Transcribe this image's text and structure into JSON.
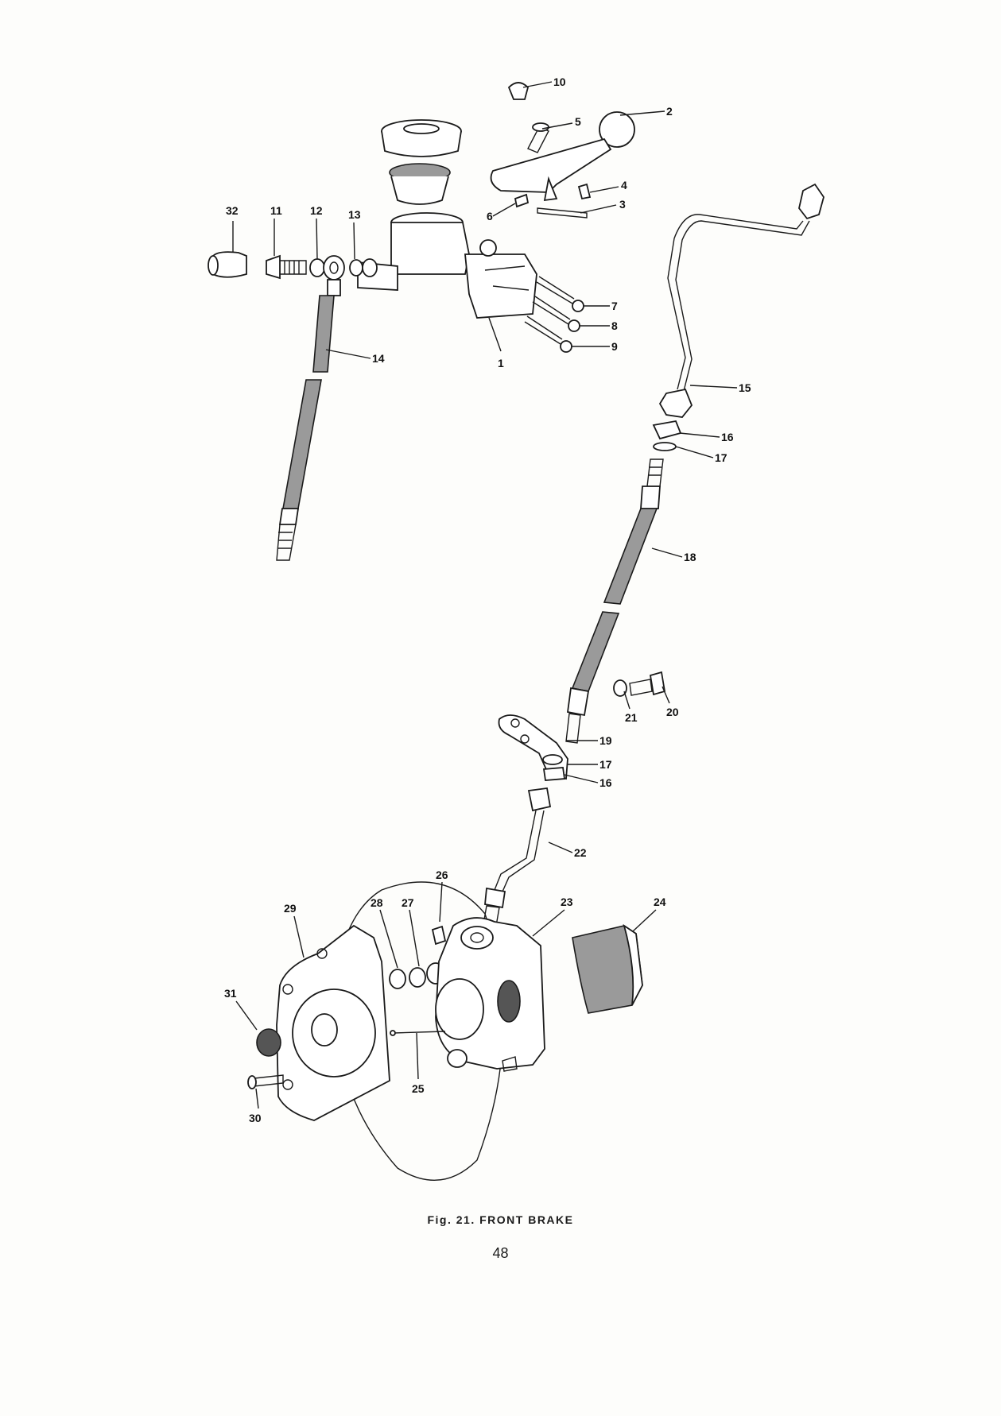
{
  "figure": {
    "caption": "Fig. 21.  FRONT BRAKE",
    "page_number": "48"
  },
  "callouts": [
    "1",
    "2",
    "3",
    "4",
    "5",
    "6",
    "7",
    "8",
    "9",
    "10",
    "11",
    "12",
    "13",
    "14",
    "15",
    "16",
    "17",
    "18",
    "19",
    "20",
    "21",
    "22",
    "23",
    "24",
    "25",
    "26",
    "27",
    "28",
    "29",
    "30",
    "31",
    "32",
    "16",
    "17"
  ],
  "colors": {
    "ink": "#1a1a1a",
    "paper": "#fdfdfb"
  }
}
